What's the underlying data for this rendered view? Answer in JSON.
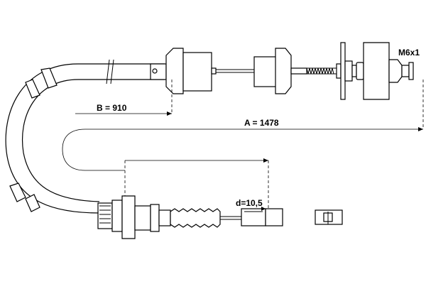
{
  "dimensions": {
    "a": "A = 1478",
    "b": "B = 910",
    "d": "d=10,5",
    "thread": "M6x1"
  }
}
